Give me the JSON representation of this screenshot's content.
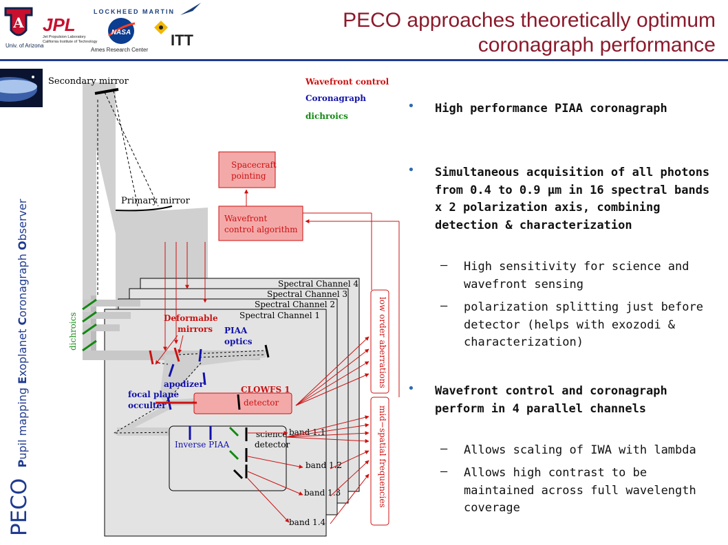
{
  "header": {
    "title": "PECO approaches theoretically optimum coronagraph performance",
    "logos": {
      "lockheed": "LOCKHEED MARTIN",
      "jpl": "JPL",
      "jpl_sub1": "Jet Propulsion Laboratory",
      "jpl_sub2": "California Institute of Technology",
      "nasa": "NASA",
      "itt": "ITT",
      "univ": "Univ. of Arizona",
      "ames": "Ames Research Center"
    }
  },
  "sidebar": {
    "peco": "PECO",
    "words": [
      {
        "initial": "P",
        "rest": "upil mapping "
      },
      {
        "initial": "E",
        "rest": "xoplanet "
      },
      {
        "initial": "C",
        "rest": "oronagraph "
      },
      {
        "initial": "O",
        "rest": "bserver"
      }
    ]
  },
  "diagram": {
    "legend": [
      "Wavefront control",
      "Coronagraph",
      "dichroics"
    ],
    "secondary_mirror": "Secondary mirror",
    "primary_mirror": "Primary mirror",
    "spacecraft_pointing": [
      "Spacecraft",
      "pointing"
    ],
    "wavefront_algorithm": [
      "Wavefront",
      "control algorithm"
    ],
    "channels": [
      "Spectral Channel 4",
      "Spectral Channel 3",
      "Spectral Channel 2",
      "Spectral Channel 1"
    ],
    "dichroics": "dichroics",
    "deformable_mirrors": [
      "Deformable",
      "mirrors"
    ],
    "piaa_optics": [
      "PIAA",
      "optics"
    ],
    "apodizer": "apodizer",
    "focal_plane": [
      "focal plane",
      "occulter"
    ],
    "clowfs": "CLOWFS 1",
    "detector": "detector",
    "inverse_piaa": "Inverse PIAA",
    "science_detector": [
      "science",
      "detector"
    ],
    "bands": [
      "band 1.1",
      "band 1.2",
      "band 1.3",
      "band 1.4"
    ],
    "low_order": "low order aberrations",
    "mid_spatial": "mid−spatial frequencies"
  },
  "bullets": [
    {
      "text": "High performance PIAA coronagraph",
      "subs": []
    },
    {
      "text": "Simultaneous acquisition of all photons from 0.4 to 0.9 μm in 16 spectral bands x 2 polarization axis, combining detection & characterization",
      "subs": [
        "High sensitivity for science and wavefront sensing",
        "polarization splitting just before detector (helps with exozodi & characterization)"
      ]
    },
    {
      "text": "Wavefront control and coronagraph perform in 4 parallel channels",
      "subs": [
        "Allows scaling of IWA with lambda",
        "Allows high contrast to be maintained across full wavelength coverage"
      ]
    }
  ],
  "colors": {
    "title": "#8b1a2b",
    "accent": "#1f3a8f",
    "wavefront": "#cc1111",
    "coronagraph": "#1111aa",
    "dichroic": "#118811"
  }
}
